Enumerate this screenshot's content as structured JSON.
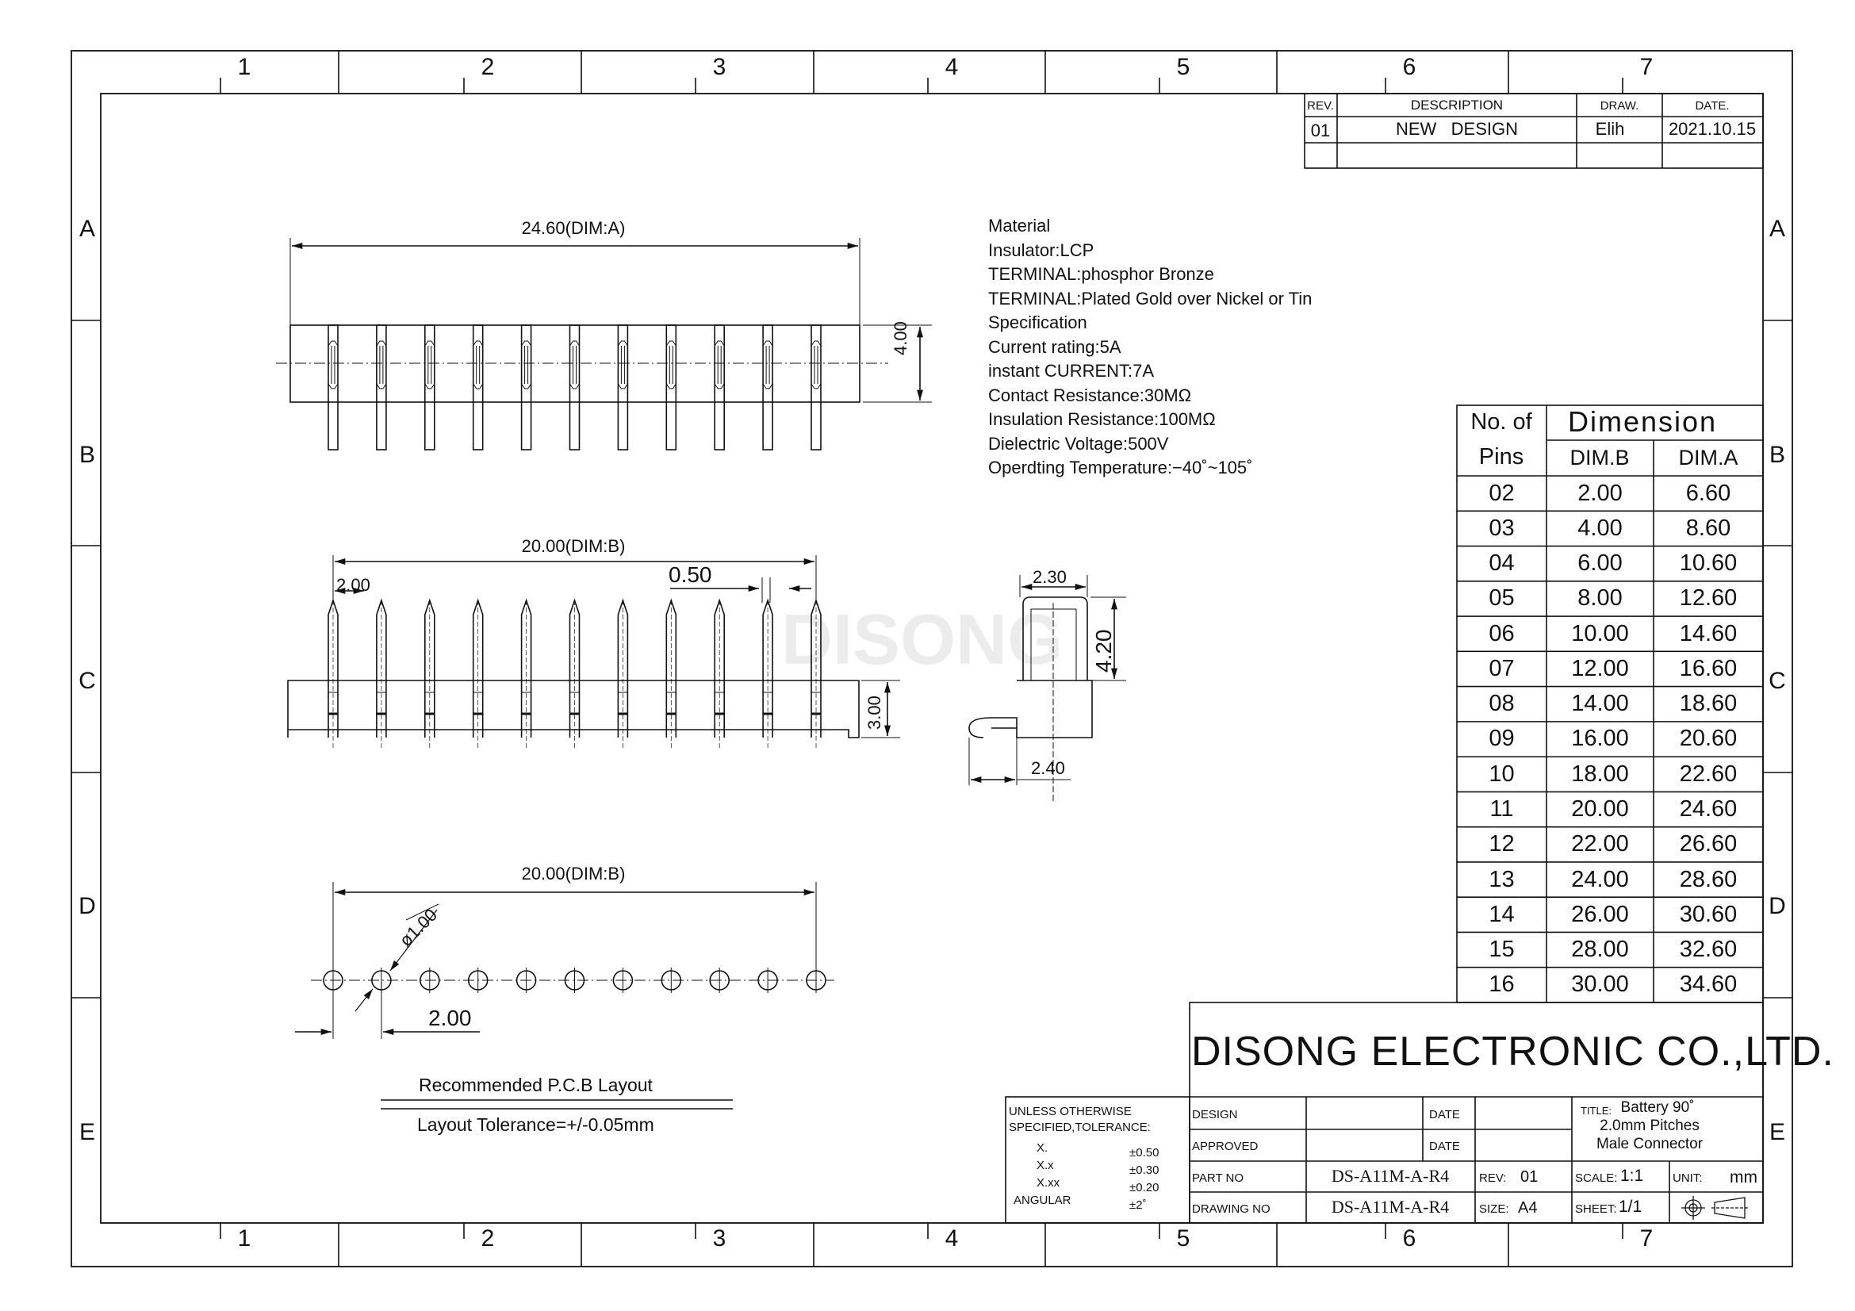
{
  "frame": {
    "columns": [
      "1",
      "2",
      "3",
      "4",
      "5",
      "6",
      "7"
    ],
    "rows": [
      "A",
      "B",
      "C",
      "D",
      "E"
    ]
  },
  "revision": {
    "headers": {
      "rev": "REV.",
      "description": "DESCRIPTION",
      "draw": "DRAW.",
      "date": "DATE."
    },
    "entries": [
      {
        "rev": "01",
        "description": "NEW   DESIGN",
        "draw": "Elih",
        "date": "2021.10.15"
      }
    ]
  },
  "watermark": "DISONG",
  "top_view": {
    "dim_a": "24.60(DIM:A)",
    "height": "4.00"
  },
  "front_view": {
    "dim_b": "20.00(DIM:B)",
    "pitch": "2.00",
    "pin_width": "0.50",
    "height": "3.00"
  },
  "side_view": {
    "width_top": "2.30",
    "height": "4.20",
    "offset": "2.40"
  },
  "pcb_layout": {
    "dim_b": "20.00(DIM:B)",
    "hole_dia": "ø1.00",
    "pitch": "2.00",
    "title": "Recommended P.C.B Layout",
    "tolerance": "Layout Tolerance=+/-0.05mm"
  },
  "specs": [
    "Material",
    "Insulator:LCP",
    "TERMINAL:phosphor Bronze",
    "TERMINAL:Plated Gold over Nickel or Tin",
    "Specification",
    "Current rating:5A",
    "instant CURRENT:7A",
    "Contact Resistance:30MΩ",
    "Insulation Resistance:100MΩ",
    "Dielectric Voltage:500V",
    "Operdting Temperature:−40˚~105˚"
  ],
  "dimension_table": {
    "header_pins_1": "No. of",
    "header_pins_2": "Pins",
    "header_dimension": "Dimension",
    "col_b": "DIM.B",
    "col_a": "DIM.A",
    "rows": [
      [
        "02",
        "2.00",
        "6.60"
      ],
      [
        "03",
        "4.00",
        "8.60"
      ],
      [
        "04",
        "6.00",
        "10.60"
      ],
      [
        "05",
        "8.00",
        "12.60"
      ],
      [
        "06",
        "10.00",
        "14.60"
      ],
      [
        "07",
        "12.00",
        "16.60"
      ],
      [
        "08",
        "14.00",
        "18.60"
      ],
      [
        "09",
        "16.00",
        "20.60"
      ],
      [
        "10",
        "18.00",
        "22.60"
      ],
      [
        "11",
        "20.00",
        "24.60"
      ],
      [
        "12",
        "22.00",
        "26.60"
      ],
      [
        "13",
        "24.00",
        "28.60"
      ],
      [
        "14",
        "26.00",
        "30.60"
      ],
      [
        "15",
        "28.00",
        "32.60"
      ],
      [
        "16",
        "30.00",
        "34.60"
      ]
    ]
  },
  "title_block": {
    "company": "DISONG ELECTRONIC CO.,LTD.",
    "tolerance_title_1": "UNLESS OTHERWISE",
    "tolerance_title_2": "SPECIFIED,TOLERANCE:",
    "tolerances": [
      [
        "X.",
        "±0.50"
      ],
      [
        "X.x",
        "±0.30"
      ],
      [
        "X.xx",
        "±0.20"
      ],
      [
        "ANGULAR",
        "±2˚"
      ]
    ],
    "design_label": "DESIGN",
    "approved_label": "APPROVED",
    "date_label": "DATE",
    "part_no_label": "PART NO",
    "part_no": "DS-A11M-A-R4",
    "drawing_no_label": "DRAWING NO",
    "drawing_no": "DS-A11M-A-R4",
    "rev_label": "REV:",
    "rev": "01",
    "size_label": "SIZE:",
    "size": "A4",
    "title_label": "TITLE:",
    "title_1": "Battery 90˚",
    "title_2": "2.0mm Pitches",
    "title_3": "Male Connector",
    "scale_label": "SCALE:",
    "scale": "1:1",
    "sheet_label": "SHEET:",
    "sheet": "1/1",
    "unit_label": "UNIT:",
    "unit": "mm"
  }
}
